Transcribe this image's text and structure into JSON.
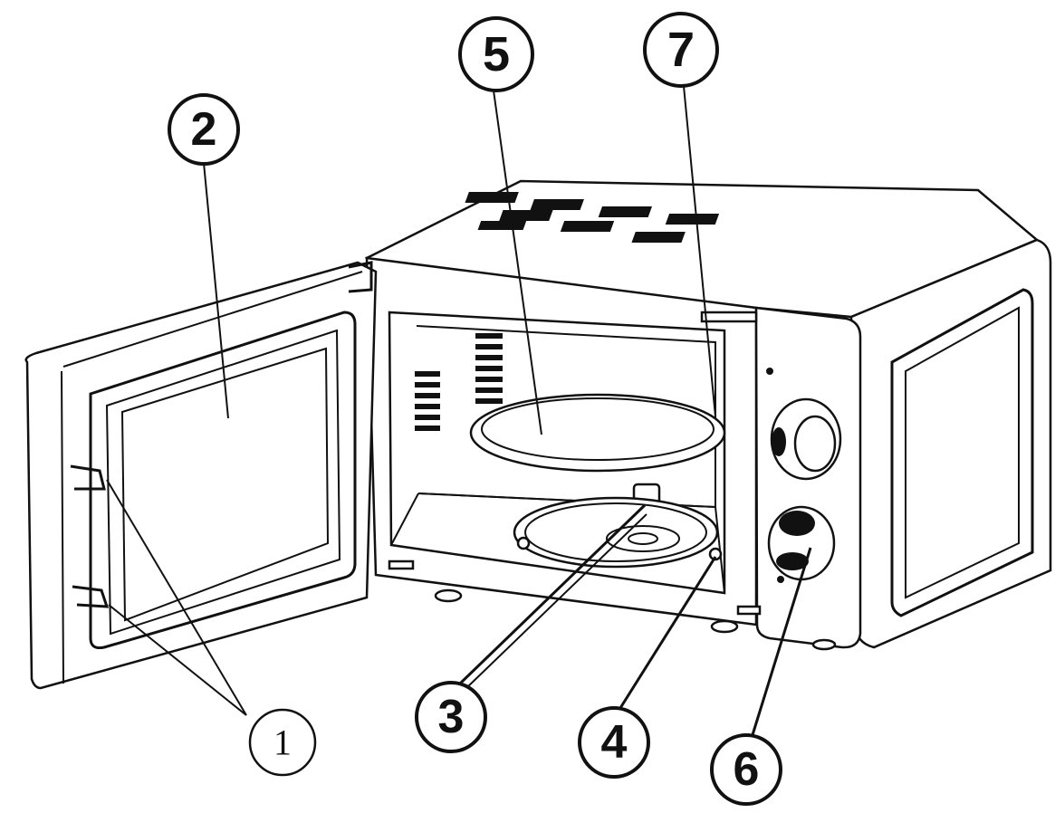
{
  "callouts": [
    {
      "id": "1",
      "label": "①"
    },
    {
      "id": "2",
      "label": "②"
    },
    {
      "id": "3",
      "label": "③"
    },
    {
      "id": "4",
      "label": "④"
    },
    {
      "id": "5",
      "label": "⑤"
    },
    {
      "id": "6",
      "label": "⑥"
    },
    {
      "id": "7",
      "label": "⑦"
    }
  ],
  "colors": {
    "line": "#111111",
    "background": "#ffffff"
  }
}
